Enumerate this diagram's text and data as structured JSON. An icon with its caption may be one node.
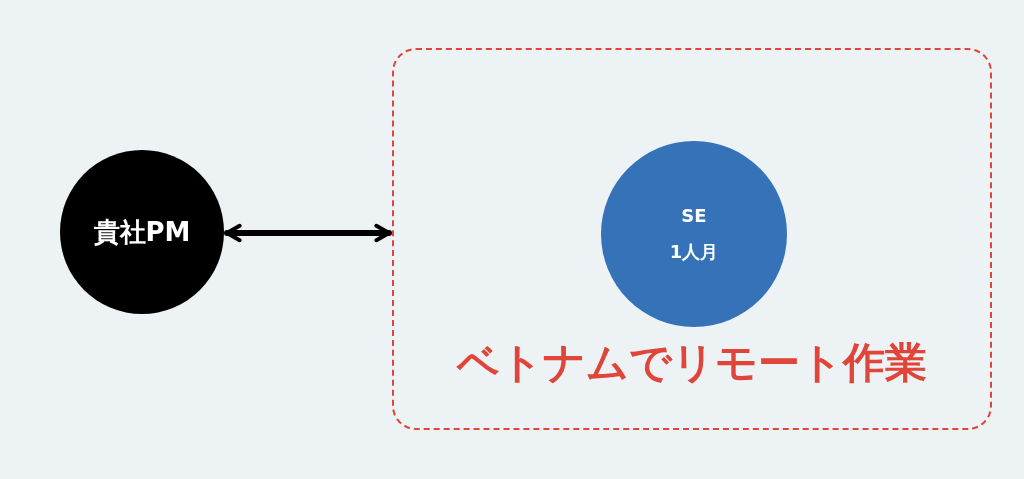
{
  "diagram": {
    "nodes": [
      {
        "text": [
          "貴社PM"
        ]
      },
      {
        "text": [
          "ベトナムでリモート作業"
        ]
      },
      {
        "text": [
          "SE 1人月"
        ],
        "in": 1
      }
    ],
    "edges": [
      {
        "from": 0,
        "to": 1,
        "arrow": "both"
      }
    ]
  }
}
